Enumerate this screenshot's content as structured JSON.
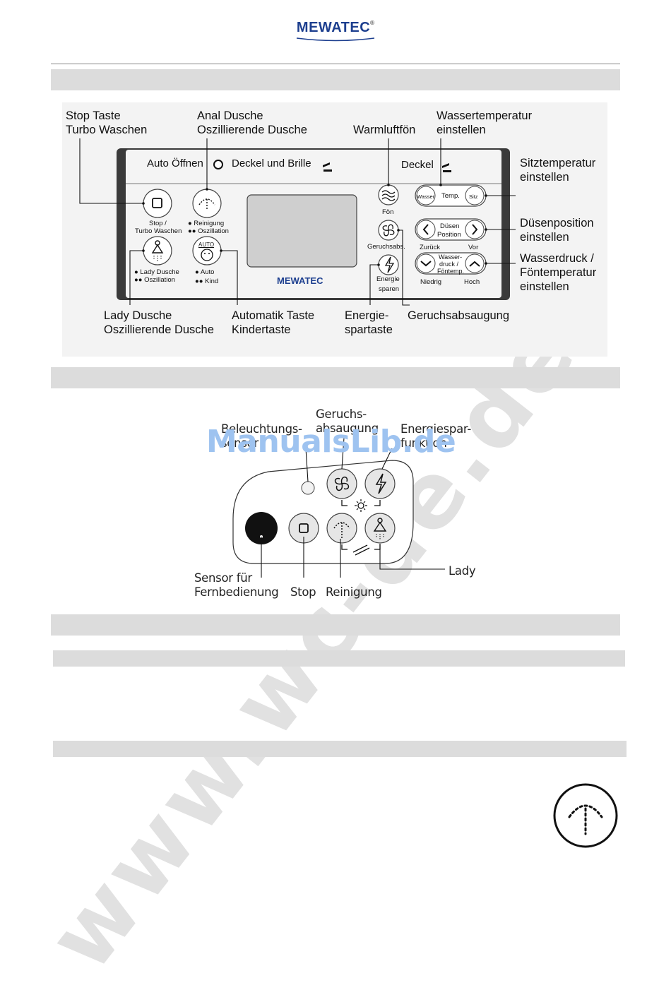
{
  "header": {
    "brand": "MEWATEC",
    "reg": "®"
  },
  "panel": {
    "auto_open": "Auto Öffnen",
    "lid_and_seat": "Deckel und Brille",
    "lid": "Deckel",
    "screen_brand": "MEWATEC",
    "stop_label_1": "Stop /",
    "stop_label_2": "Turbo Waschen",
    "cleaning_label_1": "● Reinigung",
    "cleaning_label_2": "●● Oszillation",
    "lady_label_1": "● Lady Dusche",
    "lady_label_2": "●● Oszillation",
    "auto_button_text": "AUTO",
    "auto_label_1": "● Auto",
    "auto_label_2": "●● Kind",
    "foen": "Fön",
    "odor": "Geruchsabs.",
    "energy_1": "Energie",
    "energy_2": "sparen",
    "water": "Wasser",
    "temp": "Temp.",
    "seat": "Sitz",
    "nozzle_1": "Düsen",
    "nozzle_2": "Position",
    "back": "Zurück",
    "forward": "Vor",
    "pressure_1": "Wasser-",
    "pressure_2": "druck /",
    "pressure_3": "Föntemp.",
    "low": "Niedrig",
    "high": "Hoch"
  },
  "callouts": {
    "stop": "Stop Taste\nTurbo Waschen",
    "anal": "Anal Dusche\nOszillierende Dusche",
    "warm_air": "Warmluftfön",
    "water_temp": "Wassertemperatur\neinstellen",
    "seat_temp": "Sitztemperatur\neinstellen",
    "nozzle_pos": "Düsenposition\neinstellen",
    "pressure": "Wasserdruck /\nFöntemperatur\neinstellen",
    "lady": "Lady Dusche\nOszillierende Dusche",
    "automatic": "Automatik Taste\nKindertaste",
    "energy_key": "Energie-\nspartaste",
    "odor_extraction": "Geruchsabsaugung"
  },
  "remote": {
    "lighting_sensor": "Beleuchtungs-\nsensor",
    "odor": "Geruchs-\nabsaugung",
    "energy": "Energiespar-\nfunktion",
    "remote_sensor": "Sensor für\nFernbedienung",
    "stop": "Stop",
    "cleaning": "Reinigung",
    "lady": "Lady"
  },
  "watermarks": {
    "site": "www.wc-de.de",
    "manualslib": "ManualsLib.de"
  }
}
